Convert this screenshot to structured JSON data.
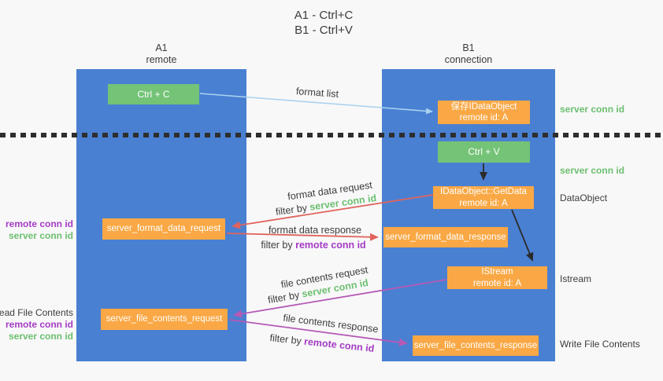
{
  "title": {
    "line1": "A1 - Ctrl+C",
    "line2": "B1 - Ctrl+V"
  },
  "lanes": {
    "a1": {
      "name": "A1",
      "subtitle": "remote"
    },
    "b1": {
      "name": "B1",
      "subtitle": "connection"
    }
  },
  "boxes": {
    "ctrl_c": {
      "label": "Ctrl + C"
    },
    "ctrl_v": {
      "label": "Ctrl + V"
    },
    "save_idataobject": {
      "line1": "保存IDataObject",
      "line2": "remote id: A"
    },
    "idataobject_getdata": {
      "line1": "IDataObject::GetData",
      "line2": "remote id: A"
    },
    "istream": {
      "line1": "IStream",
      "line2": "remote id: A"
    },
    "server_format_data_request": {
      "label": "server_format_data_request"
    },
    "server_format_data_response": {
      "label": "server_format_data_response"
    },
    "server_file_contents_request": {
      "label": "server_file_contents_request"
    },
    "server_file_contents_response": {
      "label": "server_file_contents_response"
    }
  },
  "arrow_labels": {
    "format_list": "format list",
    "format_data_request": "format data request",
    "format_data_response": "format data response",
    "file_contents_request": "file contents request",
    "file_contents_response": "file contents response",
    "filter_by": "filter by"
  },
  "ids": {
    "server_conn_id": "server conn id",
    "remote_conn_id": "remote conn id"
  },
  "side_labels": {
    "dataobject": "DataObject",
    "istream": "Istream",
    "read_file_contents": "Read File Contents",
    "write_file_contents": "Write File Contents"
  },
  "colors": {
    "lane_blue": "#4a80d2",
    "box_green": "#74c377",
    "box_orange": "#f9a845",
    "arrow_lightblue": "#a9d2ef",
    "arrow_black": "#2b2b2b",
    "arrow_red": "#e0635c",
    "arrow_purple": "#b65ab6",
    "text_green": "#6cbf70",
    "text_purple": "#a43bc4"
  }
}
